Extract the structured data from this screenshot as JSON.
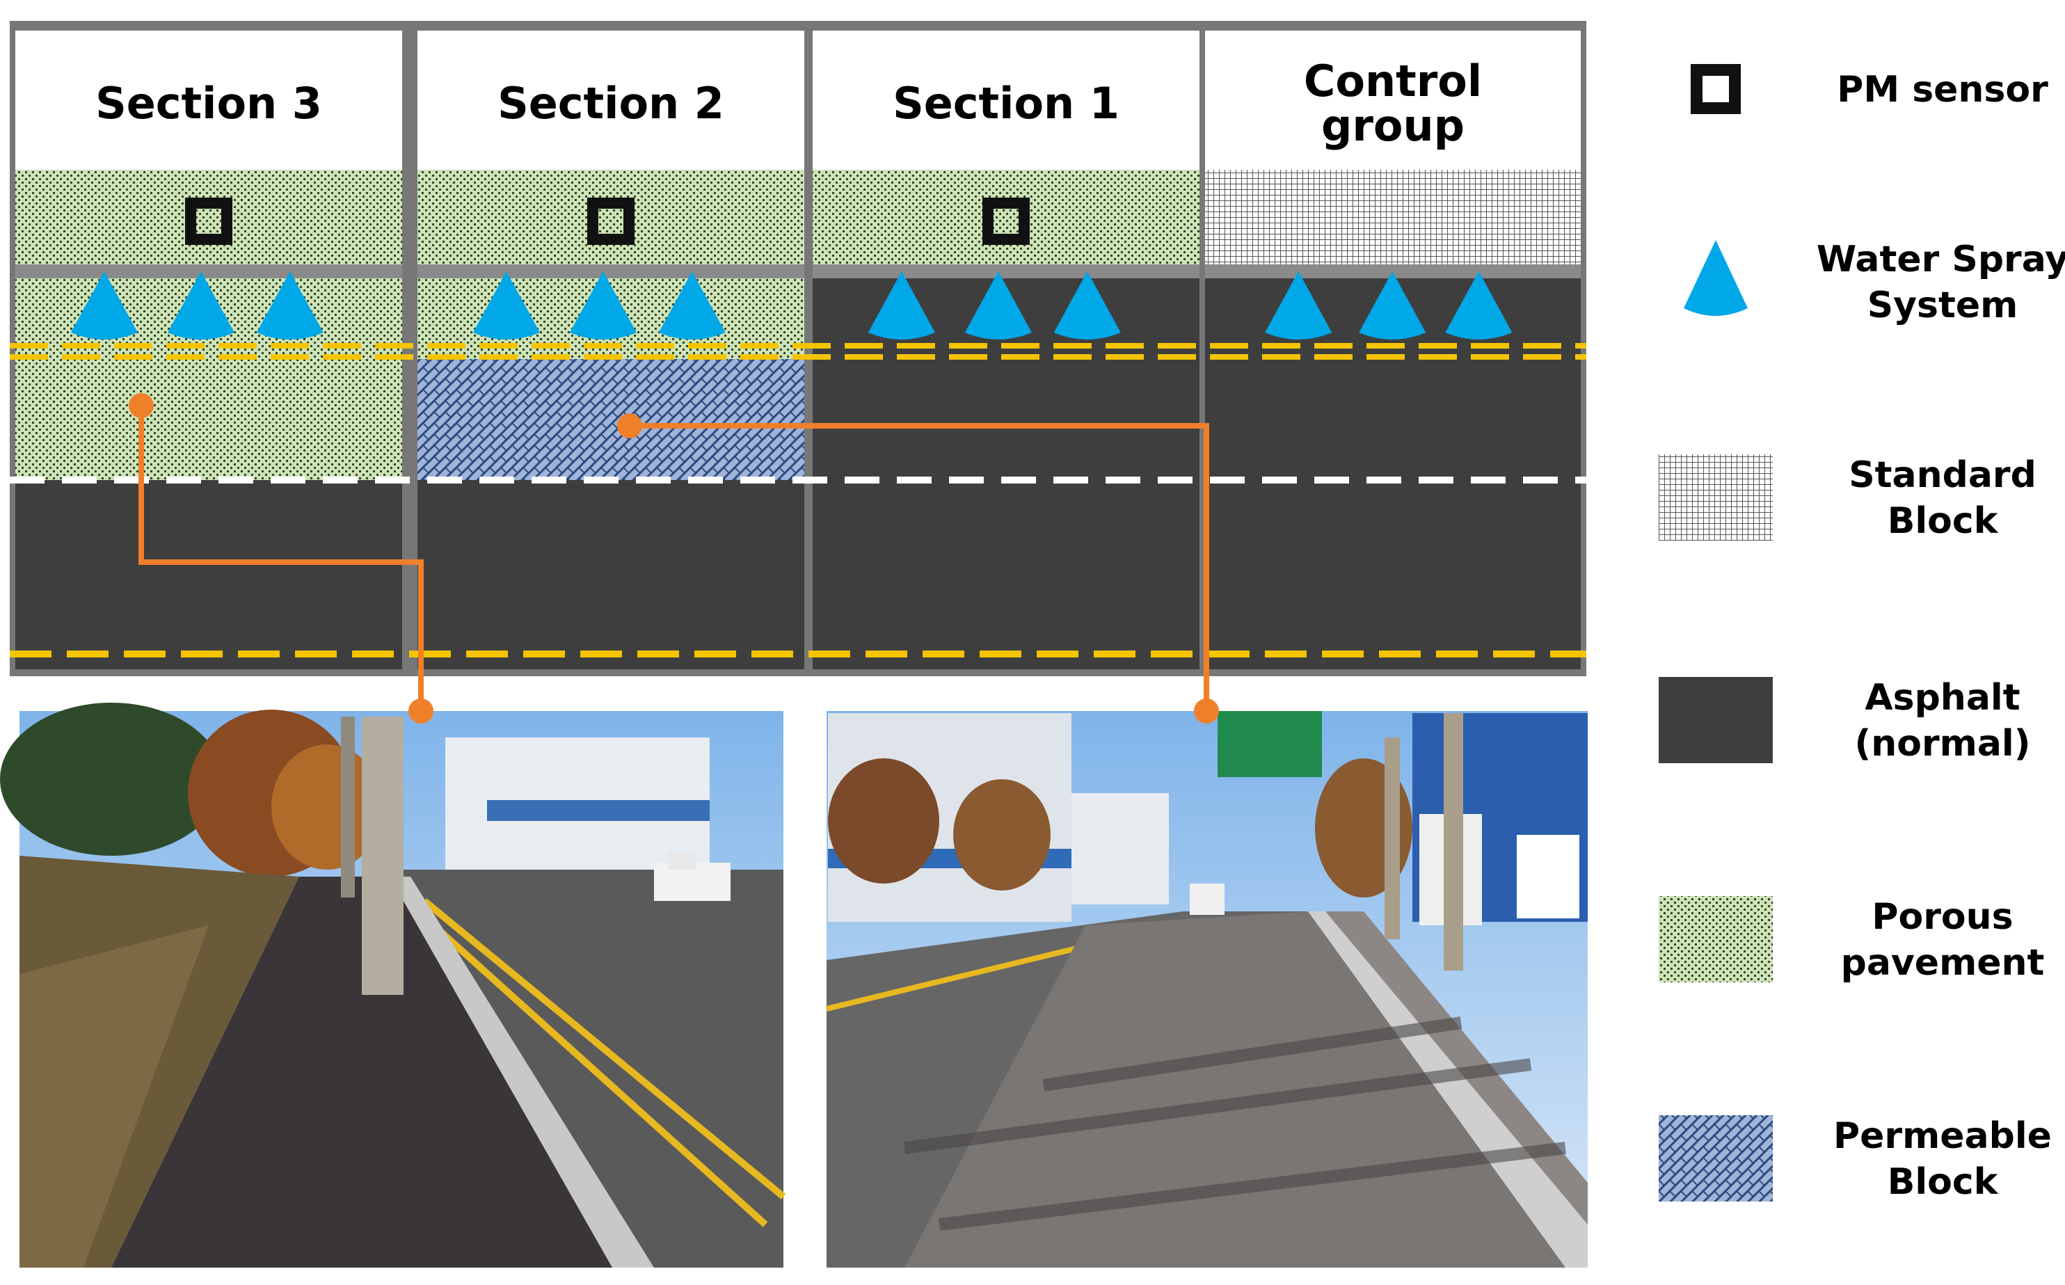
{
  "sections": [
    {
      "id": "section-3",
      "title_lines": [
        "Section 3"
      ]
    },
    {
      "id": "section-2",
      "title_lines": [
        "Section 2"
      ]
    },
    {
      "id": "section-1",
      "title_lines": [
        "Section 1"
      ]
    },
    {
      "id": "control-group",
      "title_lines": [
        "Control",
        "group"
      ]
    }
  ],
  "legend": [
    {
      "key": "pm-sensor",
      "icon": "pm-sensor-icon",
      "label_lines": [
        "PM sensor"
      ]
    },
    {
      "key": "water-spray",
      "icon": "water-spray-icon",
      "label_lines": [
        "Water Spray",
        "System"
      ]
    },
    {
      "key": "standard-block",
      "icon": "standard-block-swatch",
      "label_lines": [
        "Standard",
        "Block"
      ]
    },
    {
      "key": "asphalt",
      "icon": "asphalt-swatch",
      "label_lines": [
        "Asphalt",
        "(normal)"
      ]
    },
    {
      "key": "porous",
      "icon": "porous-pavement-swatch",
      "label_lines": [
        "Porous",
        "pavement"
      ]
    },
    {
      "key": "permeable",
      "icon": "permeable-block-swatch",
      "label_lines": [
        "Permeable",
        "Block"
      ]
    }
  ],
  "colors": {
    "asphalt": "#3e3e3e",
    "porous": "#cfe3b7",
    "porous_dot": "#1f3a1f",
    "permeable": "#9fb4d8",
    "permeable_line": "#2c4a80",
    "standard": "#ffffff",
    "standard_line": "#555555",
    "frame": "#777777",
    "yellow_line": "#f5c400",
    "white_line": "#ffffff",
    "spray": "#00a8e8",
    "connector": "#f07f2a"
  },
  "photos": [
    {
      "id": "photo-section-3",
      "depicts": "sidewalk-porous-pavement"
    },
    {
      "id": "photo-section-2",
      "depicts": "sidewalk-permeable-block"
    }
  ]
}
